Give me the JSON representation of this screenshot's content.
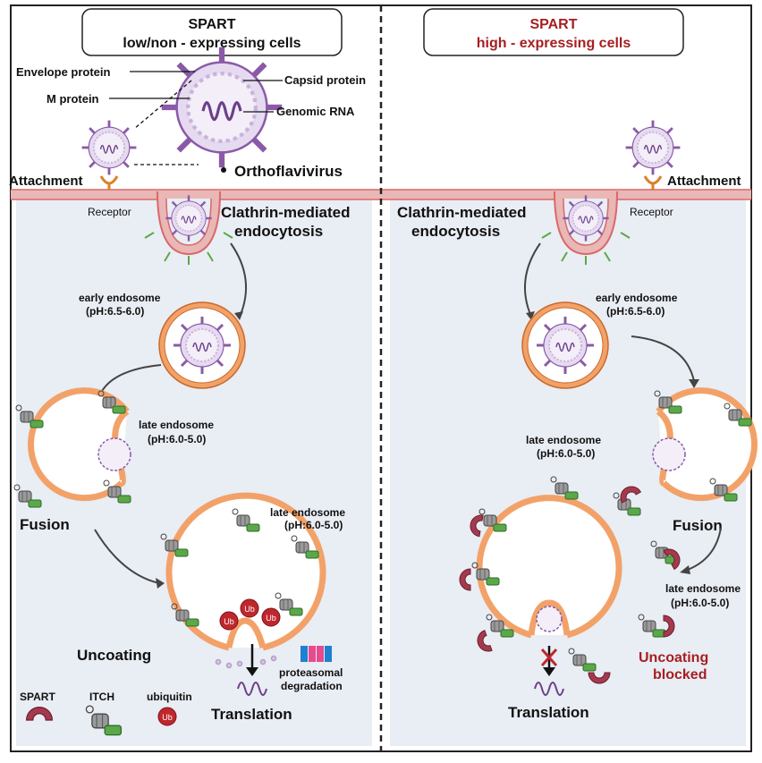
{
  "left_panel": {
    "title_line1": "SPART",
    "title_line2": "low/non - expressing cells",
    "envelope_protein": "Envelope protein",
    "m_protein": "M protein",
    "capsid_protein": "Capsid protein",
    "genomic_rna": "Genomic RNA",
    "orthoflavivirus": "Orthoflavivirus",
    "attachment": "Attachment",
    "receptor": "Receptor",
    "clathrin_line1": "Clathrin-mediated",
    "clathrin_line2": "endocytosis",
    "early_endosome": "early endosome",
    "early_ph": "(pH:6.5-6.0)",
    "late_endosome_1": "late endosome",
    "late_ph_1": "(pH:6.0-5.0)",
    "fusion": "Fusion",
    "late_endosome_2": "late endosome",
    "late_ph_2": "(pH:6.0-5.0)",
    "uncoating": "Uncoating",
    "proteasomal_line1": "proteasomal",
    "proteasomal_line2": "degradation",
    "translation": "Translation",
    "ub": "Ub"
  },
  "right_panel": {
    "title_line1": "SPART",
    "title_line2": "high - expressing cells",
    "attachment": "Attachment",
    "receptor": "Receptor",
    "clathrin_line1": "Clathrin-mediated",
    "clathrin_line2": "endocytosis",
    "early_endosome": "early endosome",
    "early_ph": "(pH:6.5-6.0)",
    "late_endosome_1": "late endosome",
    "late_ph_1": "(pH:6.0-5.0)",
    "fusion": "Fusion",
    "late_endosome_2": "late endosome",
    "late_ph_2": "(pH:6.0-5.0)",
    "uncoating_blocked_line1": "Uncoating",
    "uncoating_blocked_line2": "blocked",
    "translation": "Translation"
  },
  "legend": {
    "spart": "SPART",
    "itch": "ITCH",
    "ubiquitin": "ubiquitin",
    "ub": "Ub"
  },
  "colors": {
    "membrane_orange": "#f2a269",
    "membrane_pink": "#e9b7b5",
    "virus_purple": "#8a5aa8",
    "cytoplasm": "#e9edf4",
    "spart_red": "#a33a4e",
    "itch_green": "#5ba84a",
    "ub_red": "#c0272d",
    "title_red": "#a61e22"
  }
}
